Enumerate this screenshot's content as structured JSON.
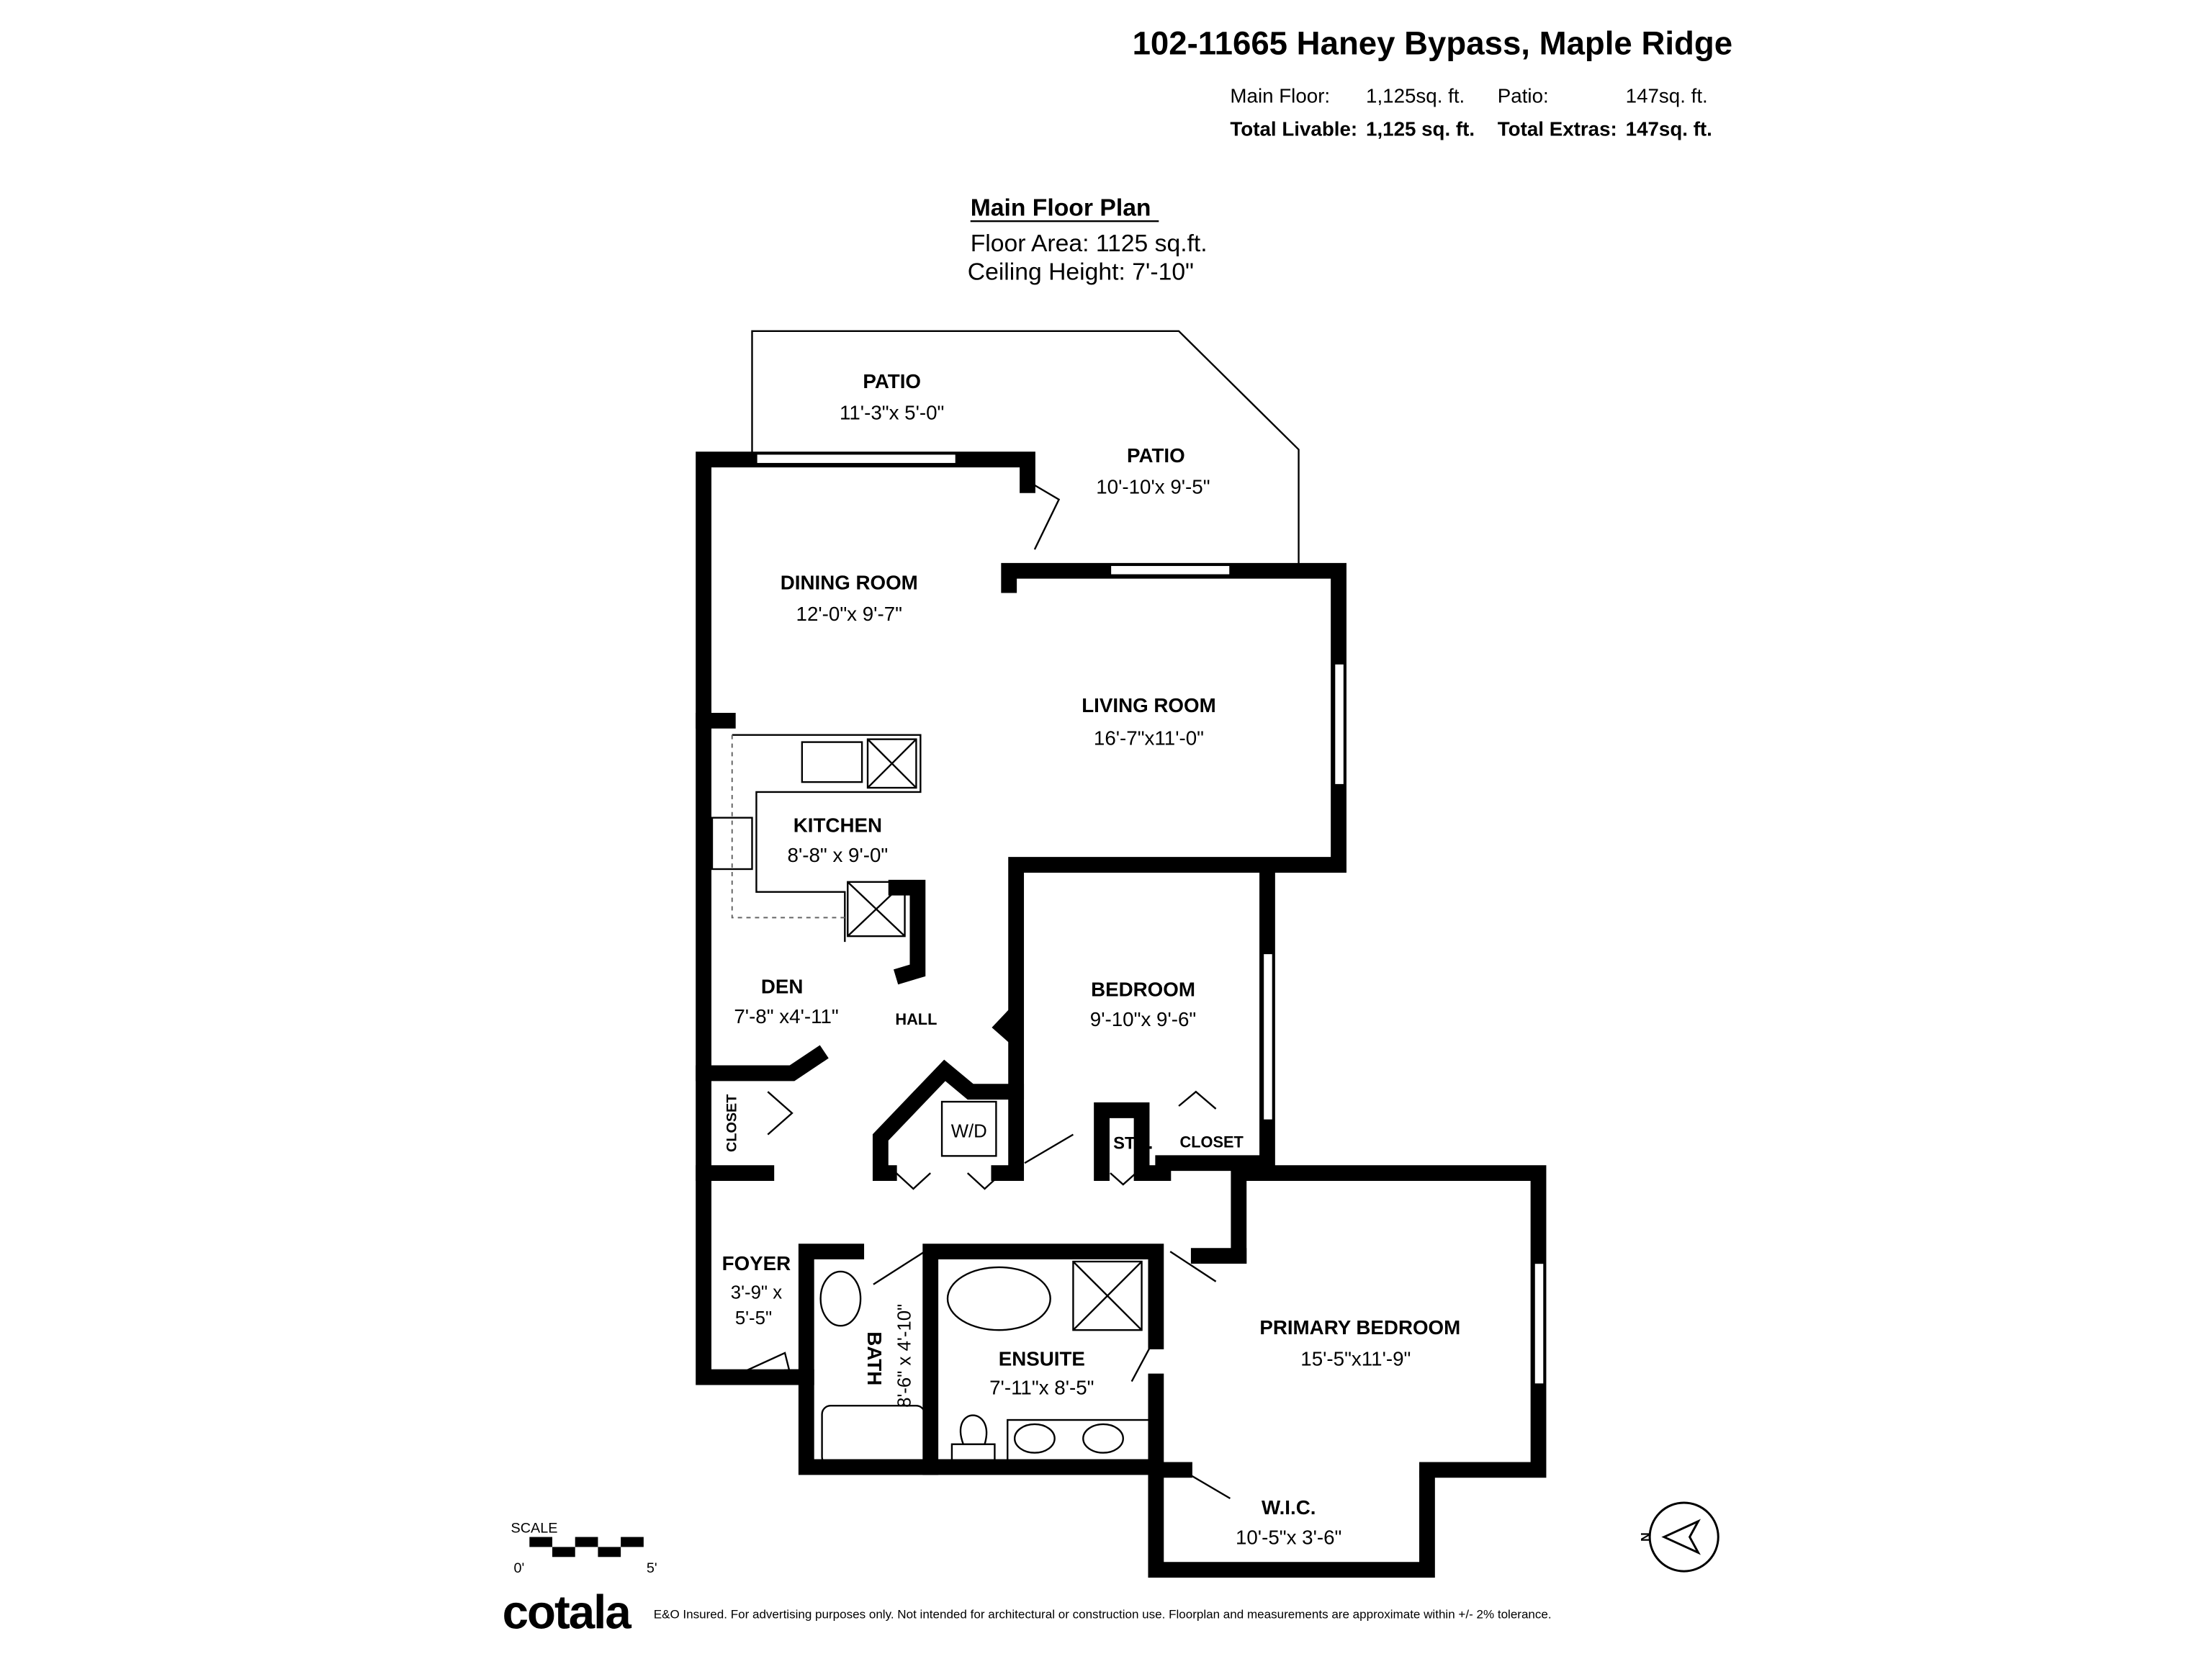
{
  "header": {
    "address": "102-11665 Haney Bypass, Maple Ridge",
    "main_floor_label": "Main Floor:",
    "main_floor_value": "1,125sq. ft.",
    "patio_label": "Patio:",
    "patio_value": "147sq. ft.",
    "total_livable_label": "Total Livable:",
    "total_livable_value": "1,125 sq. ft.",
    "total_extras_label": "Total Extras:",
    "total_extras_value": "147sq. ft."
  },
  "plan": {
    "title": "Main Floor Plan",
    "floor_area": "Floor Area: 1125 sq.ft.",
    "ceiling_height": "Ceiling Height: 7'-10\""
  },
  "rooms": {
    "patio1": {
      "name": "PATIO",
      "dims": "11'-3\"x 5'-0\""
    },
    "patio2": {
      "name": "PATIO",
      "dims": "10'-10'x 9'-5\""
    },
    "dining": {
      "name": "DINING ROOM",
      "dims": "12'-0\"x 9'-7\""
    },
    "living": {
      "name": "LIVING ROOM",
      "dims": "16'-7\"x11'-0\""
    },
    "kitchen": {
      "name": "KITCHEN",
      "dims": "8'-8\" x 9'-0\""
    },
    "den": {
      "name": "DEN",
      "dims": "7'-8\" x4'-11\""
    },
    "hall": {
      "name": "HALL"
    },
    "bedroom": {
      "name": "BEDROOM",
      "dims": "9'-10\"x 9'-6\""
    },
    "closet1": {
      "name": "CLOSET"
    },
    "closet2": {
      "name": "CLOSET"
    },
    "sto": {
      "name": "STO."
    },
    "wd": {
      "name": "W/D"
    },
    "foyer": {
      "name": "FOYER",
      "dims1": "3'-9\" x",
      "dims2": "5'-5\""
    },
    "bath": {
      "name": "BATH",
      "dims": "8'-6\" x 4'-10\""
    },
    "ensuite": {
      "name": "ENSUITE",
      "dims": "7'-11\"x 8'-5\""
    },
    "primary": {
      "name": "PRIMARY BEDROOM",
      "dims": "15'-5\"x11'-9\""
    },
    "wic": {
      "name": "W.I.C.",
      "dims": "10'-5\"x 3'-6\""
    }
  },
  "scale": {
    "label": "SCALE",
    "start": "0'",
    "end": "5'"
  },
  "compass": {
    "label": "N"
  },
  "footer": {
    "logo": "cotala",
    "disclaimer": "E&O Insured. For advertising purposes only. Not intended for architectural or construction use. Floorplan and measurements are approximate within +/- 2% tolerance."
  }
}
